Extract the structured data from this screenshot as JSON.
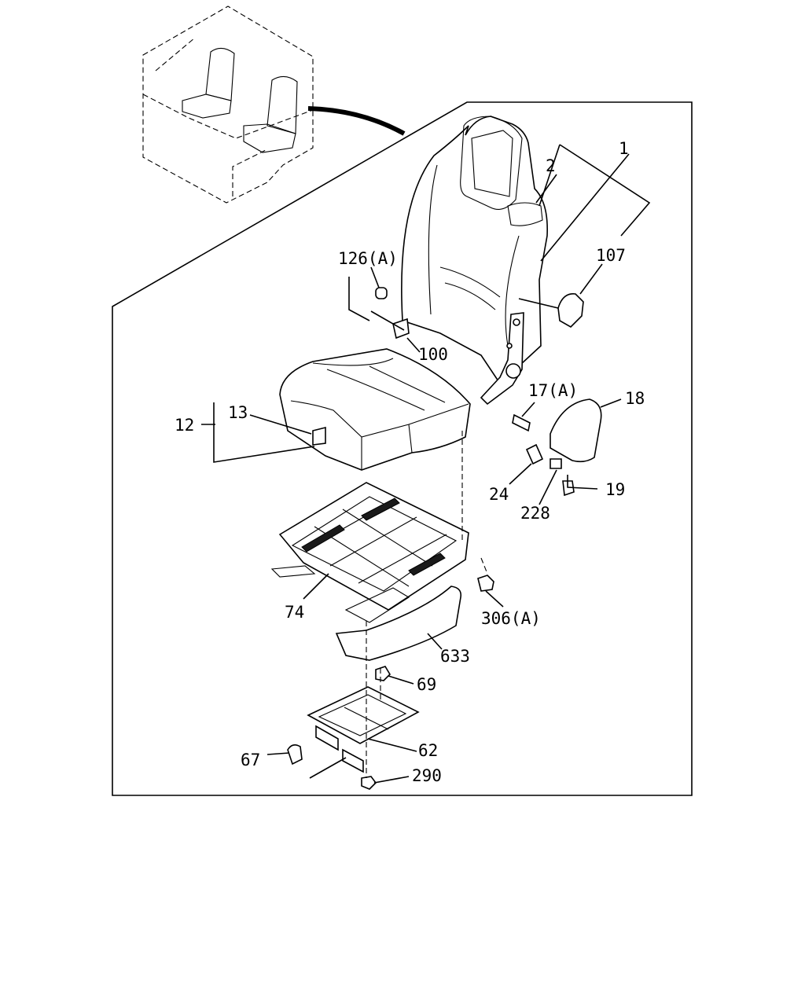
{
  "diagram": {
    "labels": {
      "l1": "1",
      "l2": "2",
      "l107": "107",
      "l126a": "126(A)",
      "l100": "100",
      "l17a": "17(A)",
      "l18": "18",
      "l13": "13",
      "l12": "12",
      "l24": "24",
      "l228": "228",
      "l19": "19",
      "l74": "74",
      "l306a": "306(A)",
      "l633": "633",
      "l69": "69",
      "l62": "62",
      "l67": "67",
      "l290": "290"
    }
  }
}
